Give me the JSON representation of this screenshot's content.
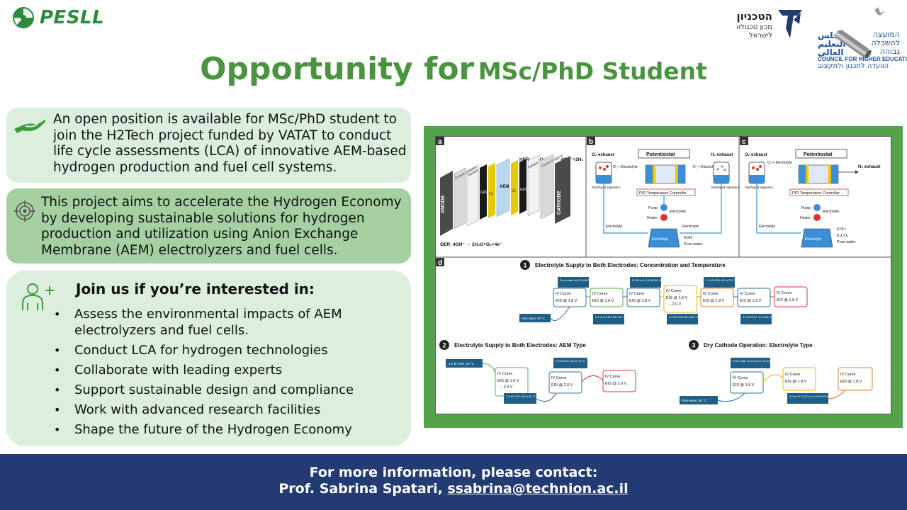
{
  "header": {
    "brand": "PESLL",
    "title_main": "Opportunity for",
    "title_sub": "MSc/PhD Student",
    "technion_heb_1": "הטכניון",
    "technion_heb_2": "מכון טכנולוגי",
    "technion_heb_3": "לישראל",
    "che_heb_1": "המועצה",
    "che_heb_2": "להשכלה",
    "che_heb_3": "גבוהה",
    "che_en": "COUNCIL FOR HIGHER EDUCATION",
    "che_heb_bottom": "הוועדה לתכנון ולתקצוב"
  },
  "panels": {
    "position_text": "An open position is available for MSc/PhD student to join the H2Tech project funded by VATAT  to conduct life cycle assessments (LCA) of innovative AEM-based hydrogen production and fuel cell systems.",
    "project_text": "This project aims to accelerate the Hydrogen Economy by developing sustainable solutions for hydrogen production and utilization using Anion Exchange Membrane (AEM) electrolyzers and fuel cells.",
    "join_heading": "Join us if you’re interested in:",
    "bullets": [
      "Assess the environmental impacts of AEM electrolyzers and fuel cells.",
      "Conduct LCA for hydrogen technologies",
      "Collaborate with leading experts",
      "Support sustainable design and compliance",
      "Work with advanced research facilities",
      "Shape the future of the Hydrogen Economy"
    ]
  },
  "figure": {
    "panel_a": "a",
    "panel_b": "b",
    "panel_c": "c",
    "panel_d": "d",
    "her": "HER: 4H₂O+4e⁻ → 4OH⁻+2H₂",
    "oer": "OER: 4OH⁻ → 2H₂O+O₂+4e⁻",
    "anode": "ANODE",
    "cathode": "CATHODE",
    "aem": "AEM",
    "gdl": "GDL",
    "cl": "CL",
    "gasket": "Gasket",
    "current_collector": "Current Collector",
    "o2_exhaust": "O₂ exhaust",
    "h2_exhaust": "H₂ exhaust",
    "potentiostat": "Potentiostat",
    "o2_electrolyte": "O₂ + Electrolyte",
    "h2_electrolyte": "H₂ + Electrolyte",
    "pid": "PID Temperature Controller",
    "gas_liquid": "Gas/liquid separator",
    "pump": "Pump",
    "heater": "Heater",
    "electrolyte": "Electrolyte",
    "koh": "KOH",
    "pure_water": "Pure water",
    "k2co3": "K₂CO₃",
    "step1": "Electrolyte Supply to Both Electrodes: Concentration and Temperature",
    "step2": "Electrolyte Supply to Both Electrodes: AEM Type",
    "step3": "Dry Cathode Operation: Electrolyte Type",
    "iv_curve": "IV Curve",
    "eis_18": "EIS @ 1.8 V",
    "eis_20": "EIS @ 2.0 V",
    "eis_16": "EIS @ 1.6 V",
    "eis_to": "– 2.0 V",
    "s1_top": [
      "Pure water to 0.1 M KOH, 50 °C",
      "0.5 M to 1.0 M KOH, 50 °C",
      "1.0 M KOH, 60 to 70 °C"
    ],
    "s1_bottom": [
      "Pure water, 50 °C",
      "0.1 to 0.5 M KOH, 50 °C",
      "1.0 M KOH, 50 to 60 °C",
      "1.0 M KOH, 70 to 80 °C"
    ],
    "s2_labels": [
      "1.0 M KOH, 50 °C",
      "1.0 M KOH, 60 to 70 °C",
      "1.0 M KOH, 50 to 60 °C"
    ],
    "s3_labels": [
      "Pure water to 1.0 wt.% K₂CO₃, 80 °C",
      "Pure water, 80 °C",
      "1.0 wt.% K₂CO₃ to 1.0 M KOH, 80 °C"
    ]
  },
  "footer": {
    "line1": "For more information, please contact:",
    "name": "Prof. Sabrina Spatari,",
    "email": "ssabrina@technion.ac.il"
  },
  "colors": {
    "green_title": "#4a9440",
    "panel_light": "#dceedd",
    "panel_mid": "#a5d1a2",
    "footer_navy": "#233a72",
    "frame_green": "#52a34a"
  }
}
